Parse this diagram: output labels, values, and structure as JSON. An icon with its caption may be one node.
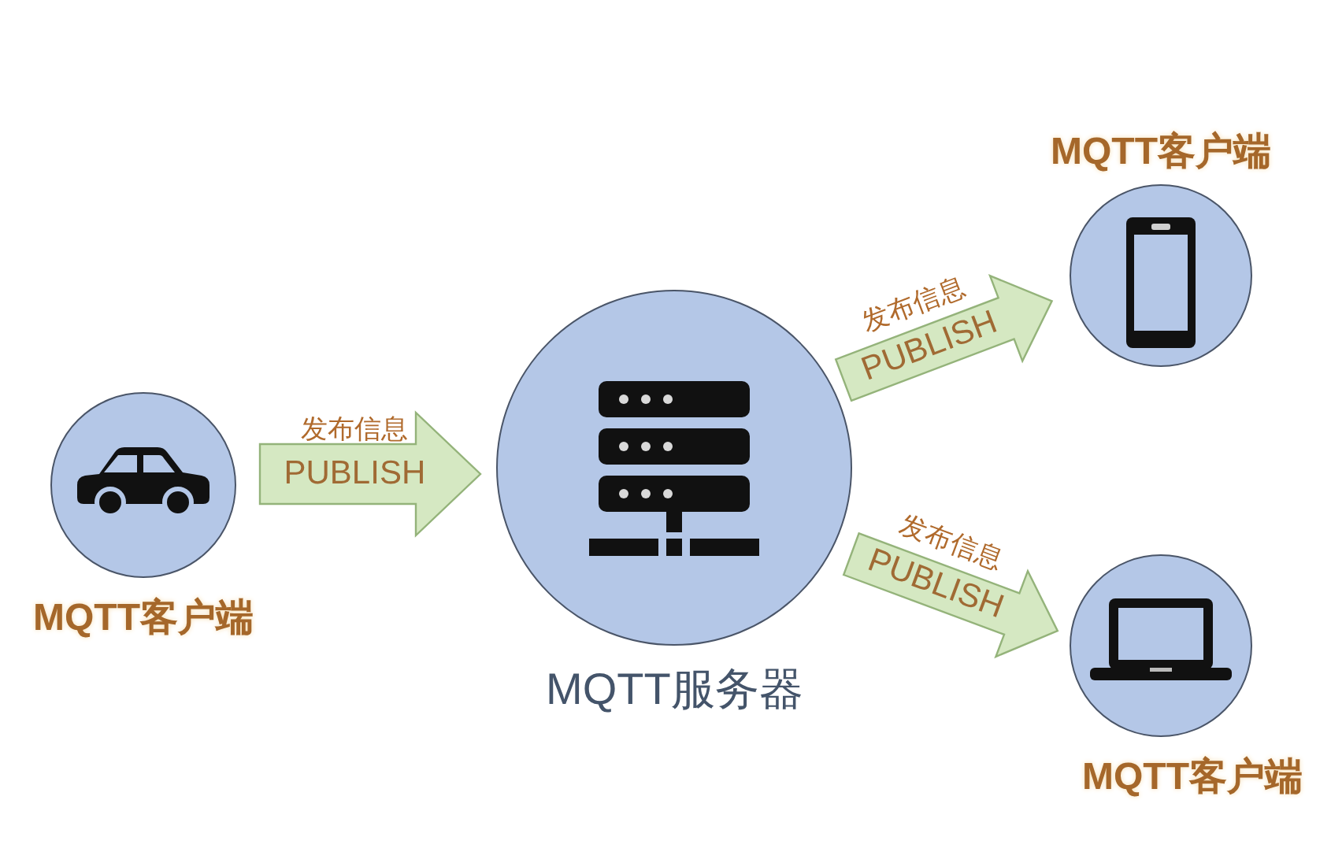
{
  "diagram": {
    "nodes": [
      {
        "text": [
          "MQTT客户端"
        ]
      },
      {
        "text": [
          "MQTT服务器"
        ]
      },
      {
        "text": [
          "MQTT客户端"
        ]
      },
      {
        "text": [
          "MQTT客户端"
        ]
      }
    ],
    "edges": [
      {
        "from": 0,
        "to": 1,
        "arrow": "to",
        "label": "发布信息 PUBLISH"
      },
      {
        "from": 1,
        "to": 2,
        "arrow": "to",
        "label": "发布信息 PUBLISH"
      },
      {
        "from": 1,
        "to": 3,
        "arrow": "to",
        "label": "发布信息 PUBLISH"
      }
    ]
  }
}
